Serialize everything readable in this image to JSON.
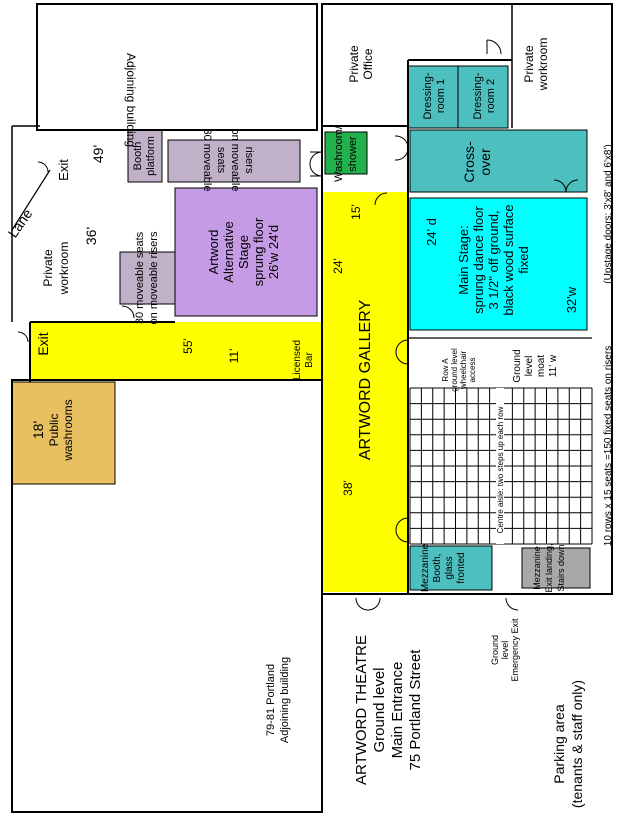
{
  "colors": {
    "gallery": "#ffff00",
    "alt_stage": "#c59be6",
    "main_stage": "#00ffff",
    "crossover": "#4dbfbf",
    "dressing": "#4dbfbf",
    "booth_platform": "#c0b0c8",
    "washroom_shower": "#22b14c",
    "public_washrooms": "#e8c060",
    "mezzanine_booth": "#4dbfbf",
    "mezzanine_exit": "#a8a8a8",
    "walls": "#000000"
  },
  "rooms": {
    "adjoining_top": "Adjoining building",
    "private_office": [
      "Private",
      "Office"
    ],
    "dressing1": [
      "Dressing-",
      "room 1"
    ],
    "dressing2": [
      "Dressing-",
      "room 2"
    ],
    "private_workroom_right": [
      "Private",
      "workroom"
    ],
    "washroom_shower": [
      "Washroom/",
      "shower"
    ],
    "crossover": [
      "Cross-",
      "over"
    ],
    "booth_platform": [
      "Booth",
      "platform"
    ],
    "moveable_seats_top": [
      "30 moveable",
      "seats",
      "on moveable",
      "risers"
    ],
    "moveable_seats_left": [
      "30 moveable seats",
      "on moveable risers"
    ],
    "private_workroom_left": [
      "Private",
      "workroom"
    ],
    "alt_stage": [
      "Artword",
      "Alternative",
      "Stage",
      "sprung floor",
      "26'w 24'd"
    ],
    "main_stage": [
      "Main Stage:",
      "sprung dance floor",
      "3 1/2\" off ground,",
      "black wood surface",
      "fixed"
    ],
    "public_washrooms": [
      "Public",
      "washrooms"
    ],
    "gallery": "ARTWORD GALLERY",
    "licensed_bar": [
      "Licensed",
      "Bar"
    ],
    "lane": "Lane",
    "exit_top": "Exit",
    "exit_left": "Exit",
    "row_a": [
      "Row A",
      "ground level",
      "wheelchair",
      "access"
    ],
    "ground_moat": [
      "Ground",
      "level",
      "moat",
      "11' w"
    ],
    "centre_aisle": "Centre aisle: two steps up each row",
    "mezz_booth": [
      "Mezzanine",
      "Booth,",
      "glass",
      "fronted"
    ],
    "mezz_exit": [
      "Mezzanine",
      "Exit landing,",
      "Stairs down"
    ],
    "ground_emergency": [
      "Ground",
      "level",
      "Emergency Exit"
    ],
    "theatre": [
      "ARTWORD THEATRE",
      "Ground level",
      "Main Entrance",
      "75 Portland Street"
    ],
    "adjoining_bottom": [
      "79-81 Portland",
      "Adjoining building"
    ],
    "parking": [
      "Parking area",
      "(tenants & staff only)"
    ],
    "upstage_doors": "(Upstage doors: 3'x8' and 6'x8')",
    "seat_summary": "10 rows x 15 seats =150 fixed seats on risers"
  },
  "dimensions": {
    "d49": "49'",
    "d36": "36'",
    "d55": "55'",
    "d11": "11'",
    "d18": "18'",
    "d15": "15'",
    "d24_gallery": "24'",
    "d38": "38'",
    "d24_stage": "24' d",
    "d32": "32'w"
  },
  "seating": {
    "rows": 10,
    "columns": 15
  }
}
